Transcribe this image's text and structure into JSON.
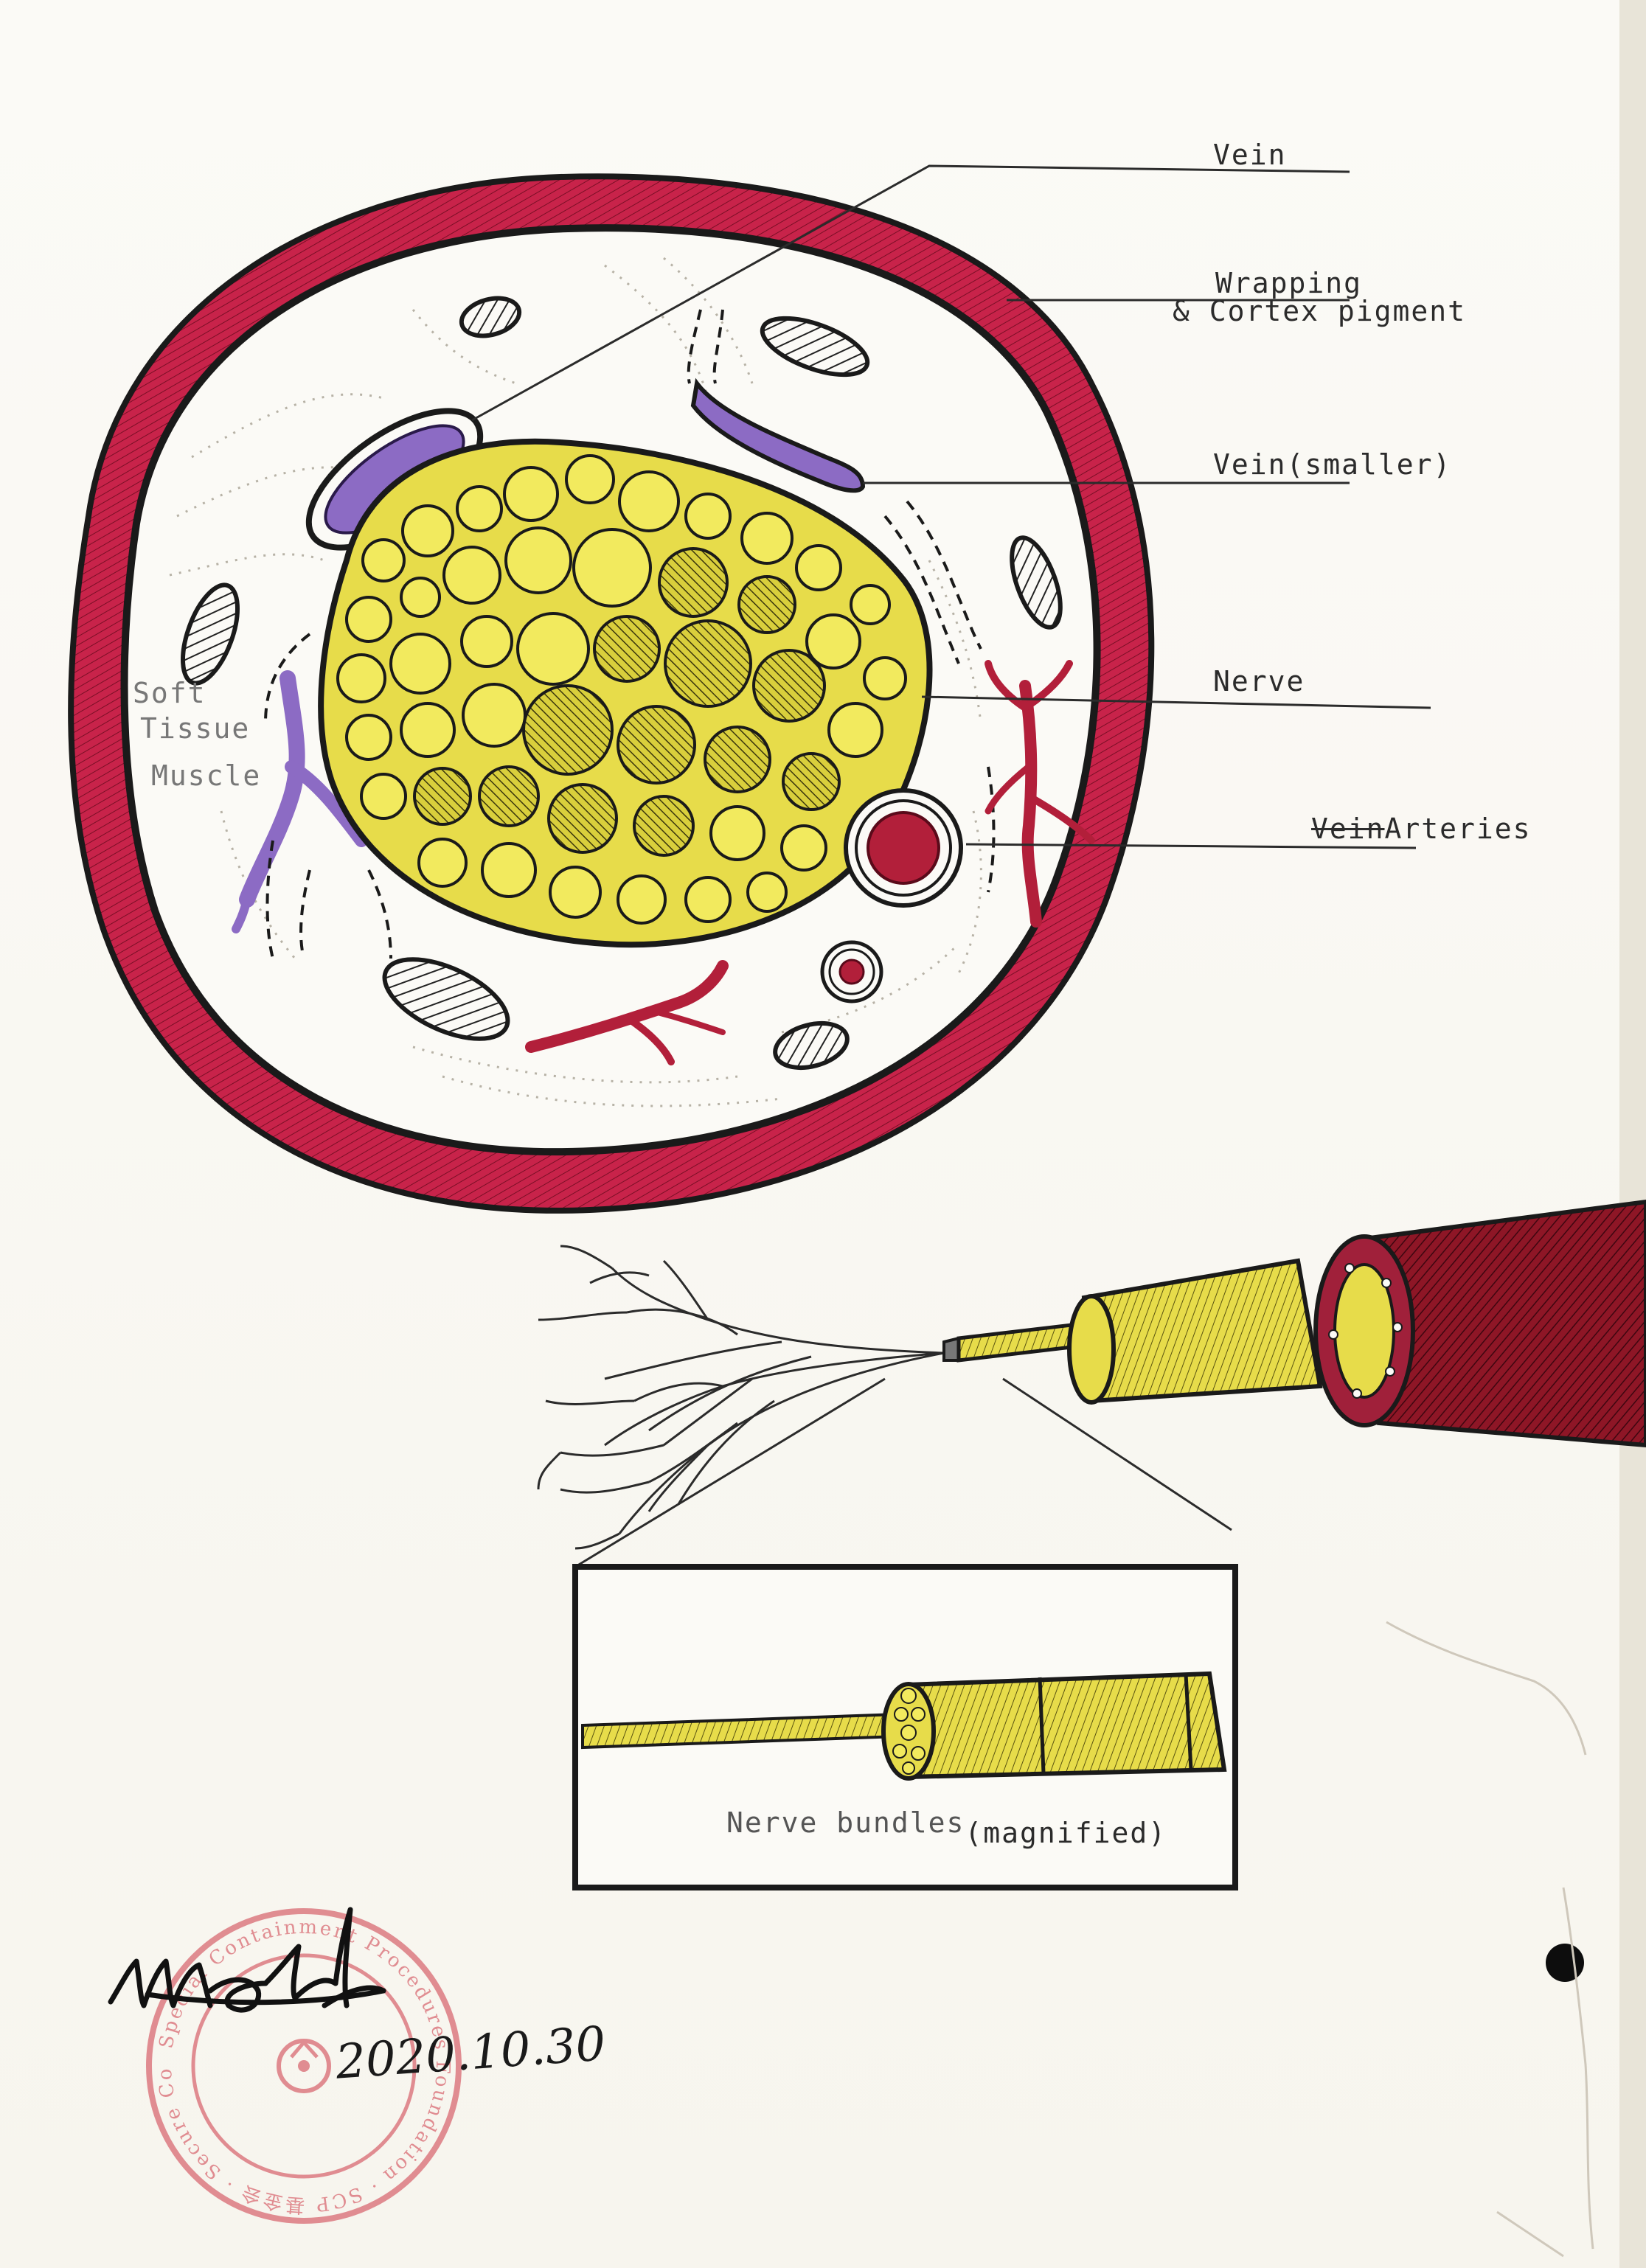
{
  "labels": {
    "vein": "Vein",
    "wrapping_line1": "Wrapping",
    "wrapping_line2": "& Cortex pigment",
    "vein_smaller": "Vein(smaller)",
    "nerve": "Nerve",
    "vein_struck": "Vein",
    "arteries": "Arteries",
    "soft_tissue_line1": "Soft",
    "soft_tissue_line2": "Tissue",
    "soft_tissue_line3": "Muscle",
    "nerve_bundles": "Nerve bundles",
    "magnified": "(magnified)"
  },
  "date": "2020.10.30",
  "stamp": {
    "text": "Special Containment Procedures Foundation · SCP 基金会 · Secure Contain Protect"
  },
  "colors": {
    "tissue_wall": "#c8234a",
    "nerve_core": "#e7dc4a",
    "vein": "#8c6bc4",
    "artery": "#b21f3a",
    "cable_sheath": "#8e1626",
    "stamp": "#d96a72"
  }
}
